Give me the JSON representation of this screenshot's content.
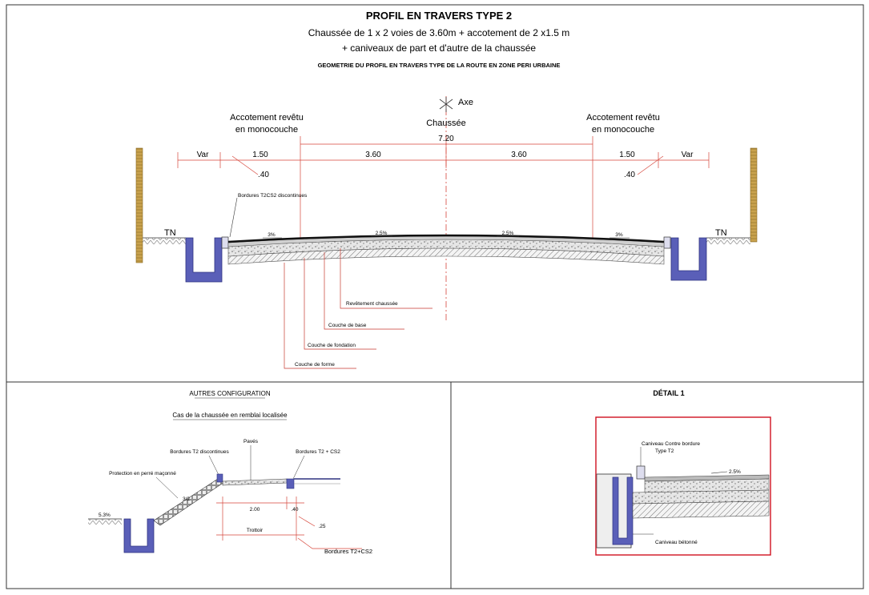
{
  "header": {
    "title": "PROFIL EN TRAVERS TYPE 2",
    "line1": "Chaussée de 1 x 2 voies de 3.60m + accotement de  2 x1.5  m",
    "line2": "+ caniveaux de part et d'autre de la chaussée",
    "line3": "GEOMETRIE DU PROFIL EN TRAVERS TYPE DE LA ROUTE EN ZONE PERI URBAINE"
  },
  "main": {
    "axe": "Axe",
    "chaussee": "Chaussée",
    "accotement_left_1": "Accotement revêtu",
    "accotement_left_2": "en monocouche",
    "accotement_right_1": "Accotement revêtu",
    "accotement_right_2": "en monocouche",
    "dims": {
      "total": "7.20",
      "var_left": "Var",
      "shoulder_left": "1.50",
      "lane_left": "3.60",
      "lane_right": "3.60",
      "shoulder_right": "1.50",
      "var_right": "Var",
      "gutter_left": ".40",
      "gutter_right": ".40"
    },
    "tn_left": "TN",
    "tn_right": "TN",
    "bordures": "Bordures T2CS2 discontinues",
    "slopes": {
      "s1": "3%",
      "s2": "2.5%",
      "s3": "2.5%",
      "s4": "3%"
    },
    "layers": {
      "revetement": "Revêtement chaussée",
      "base": "Couche de base",
      "fondation": "Couche de fondation",
      "forme": "Couche de forme"
    }
  },
  "autres": {
    "title": "AUTRES CONFIGURATION",
    "subtitle": "Cas de la chaussée en remblai localisée",
    "pavés": "Pavés",
    "bordures_t2": "Bordures T2 discontinues",
    "bordures_t2cs2": "Bordures T2 + CS2",
    "protection": "Protection en perré maçonné",
    "slope_32": "3/2",
    "dim_200": "2.00",
    "dim_40": ".40",
    "dim_25": ".25",
    "trottoir": "Trottoir",
    "bordures_bottom": "Bordures T2+CS2",
    "ground": "5.3%"
  },
  "detail": {
    "title": "DÉTAIL 1",
    "caniveau_cb_1": "Caniveau Contre bordure",
    "caniveau_cb_2": "Type T2",
    "slope": "2.5%",
    "caniveau_beton": "Caniveau bétonné"
  },
  "colors": {
    "dim_line": "#d6453a",
    "leader": "#c73a30",
    "structure": "#3b3f9e",
    "frame": "#d01020",
    "hatch": "#555555"
  }
}
